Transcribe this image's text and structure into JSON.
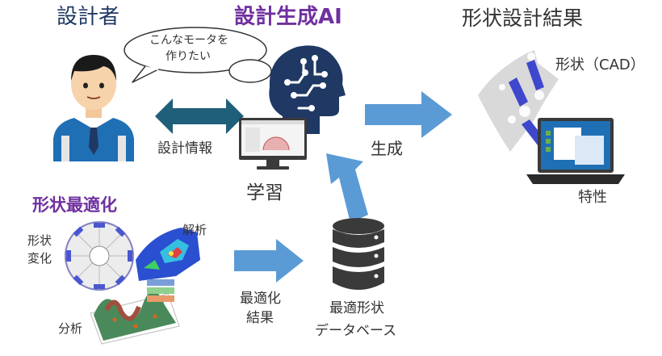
{
  "designer": {
    "title": "設計者",
    "speech": [
      "こんなモータを",
      "作りたい"
    ]
  },
  "ai": {
    "title": "設計生成AI"
  },
  "result": {
    "title": "形状設計結果",
    "shape_label": "形状（CAD）",
    "property_label": "特性"
  },
  "arrows": {
    "design_info": "設計情報",
    "generate": "生成",
    "learning": "学習",
    "opt_result": [
      "最適化",
      "結果"
    ]
  },
  "optimization": {
    "title": "形状最適化",
    "shape_change": [
      "形状",
      "変化"
    ],
    "analysis": "解析",
    "analysis2": "分析"
  },
  "database": {
    "label": [
      "最適形状",
      "データベース"
    ]
  },
  "colors": {
    "navy": "#1f3864",
    "purple": "#7030a0",
    "arrow_blue": "#5b9bd5",
    "teal": "#1f5f7a",
    "ai_head": "#1f3864"
  }
}
